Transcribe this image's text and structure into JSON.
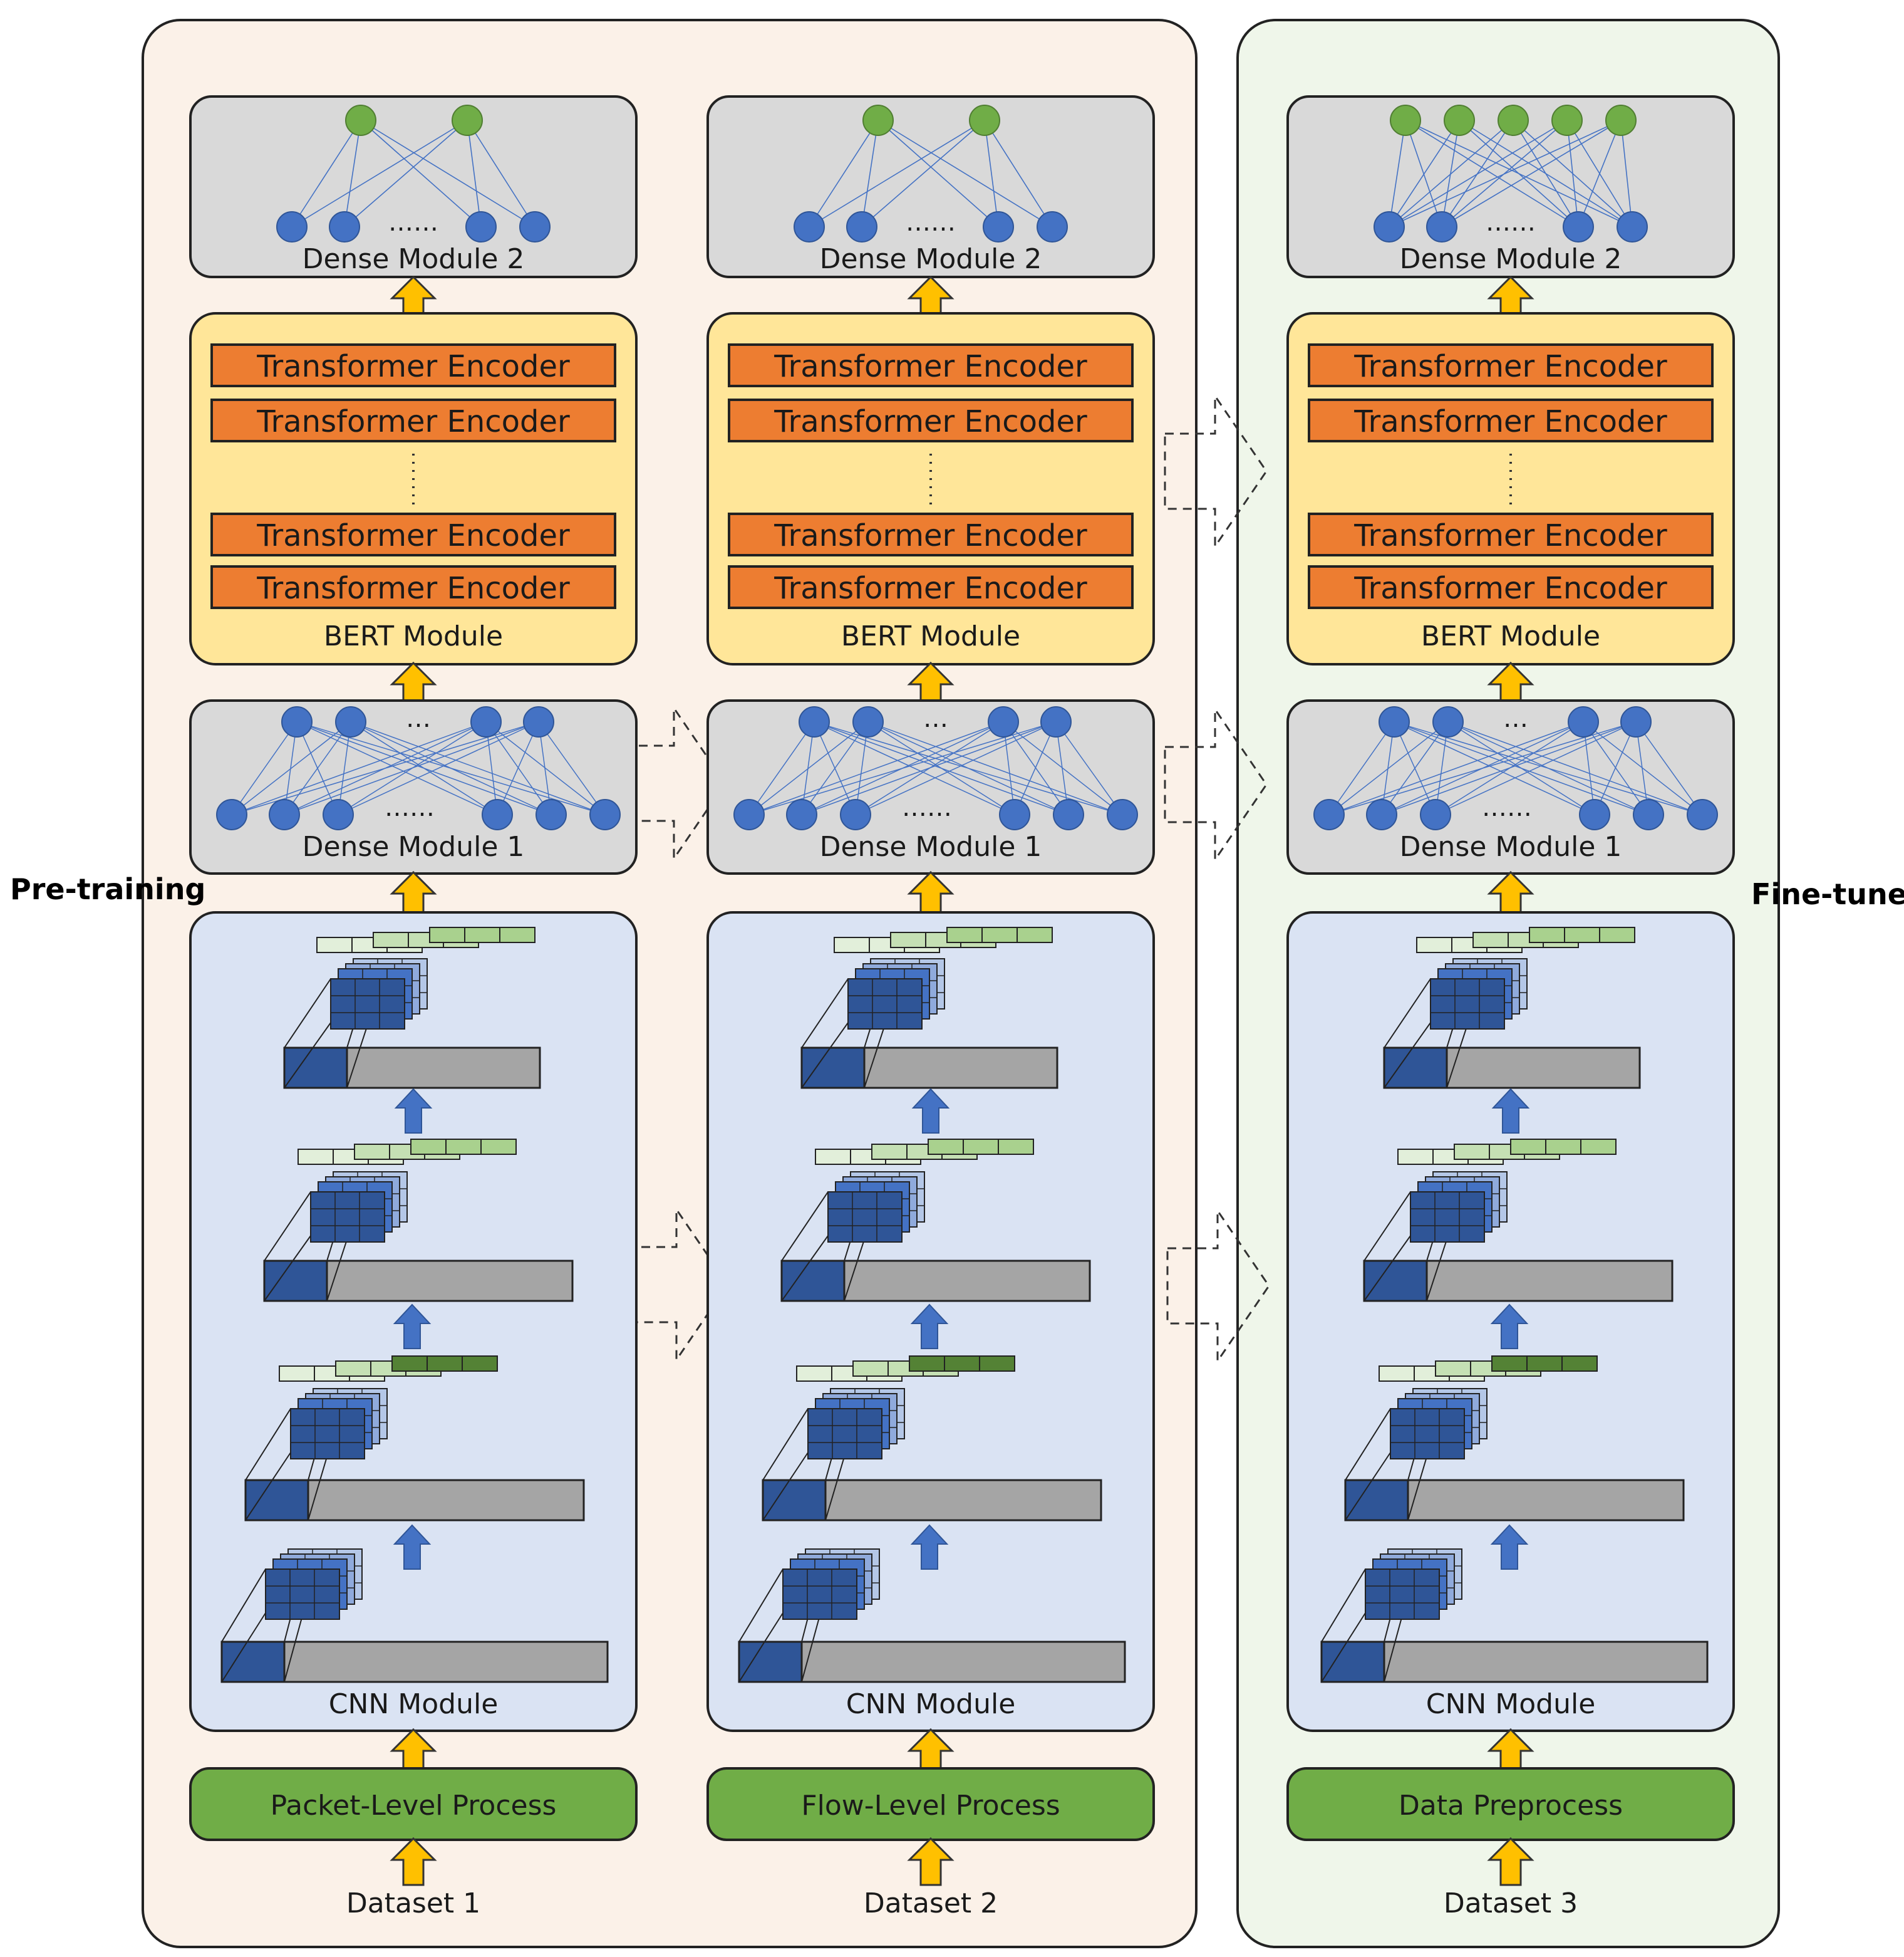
{
  "side_labels": {
    "left": "Pre-training",
    "right": "Fine-tune"
  },
  "columns": [
    {
      "dense2_label": "Dense Module 2",
      "dense2_outputs": 2,
      "encoders": [
        "Transformer Encoder",
        "Transformer Encoder",
        "Transformer Encoder",
        "Transformer Encoder"
      ],
      "bert_label": "BERT Module",
      "dense1_label": "Dense Module 1",
      "cnn_label": "CNN Module",
      "process_label": "Packet-Level Process",
      "dataset_label": "Dataset 1"
    },
    {
      "dense2_label": "Dense Module 2",
      "dense2_outputs": 2,
      "encoders": [
        "Transformer Encoder",
        "Transformer Encoder",
        "Transformer Encoder",
        "Transformer Encoder"
      ],
      "bert_label": "BERT Module",
      "dense1_label": "Dense Module 1",
      "cnn_label": "CNN Module",
      "process_label": "Flow-Level Process",
      "dataset_label": "Dataset 2"
    },
    {
      "dense2_label": "Dense Module 2",
      "dense2_outputs": 5,
      "encoders": [
        "Transformer Encoder",
        "Transformer Encoder",
        "Transformer Encoder",
        "Transformer Encoder"
      ],
      "bert_label": "BERT Module",
      "dense1_label": "Dense Module 1",
      "cnn_label": "CNN Module",
      "process_label": "Data Preprocess",
      "dataset_label": "Dataset 3"
    }
  ],
  "colors": {
    "pretrain_bg": "#fbf1e8",
    "finetune_bg": "#eff6ea",
    "gray_module": "#d9d9d9",
    "bert_bg": "#ffe699",
    "encoder": "#ed7d31",
    "cnn_bg": "#dae3f3",
    "process": "#70ad47",
    "arrow": "#ffc000",
    "node_blue": "#4472c4",
    "node_green": "#70ad47",
    "blue_arrow": "#4472c4"
  }
}
